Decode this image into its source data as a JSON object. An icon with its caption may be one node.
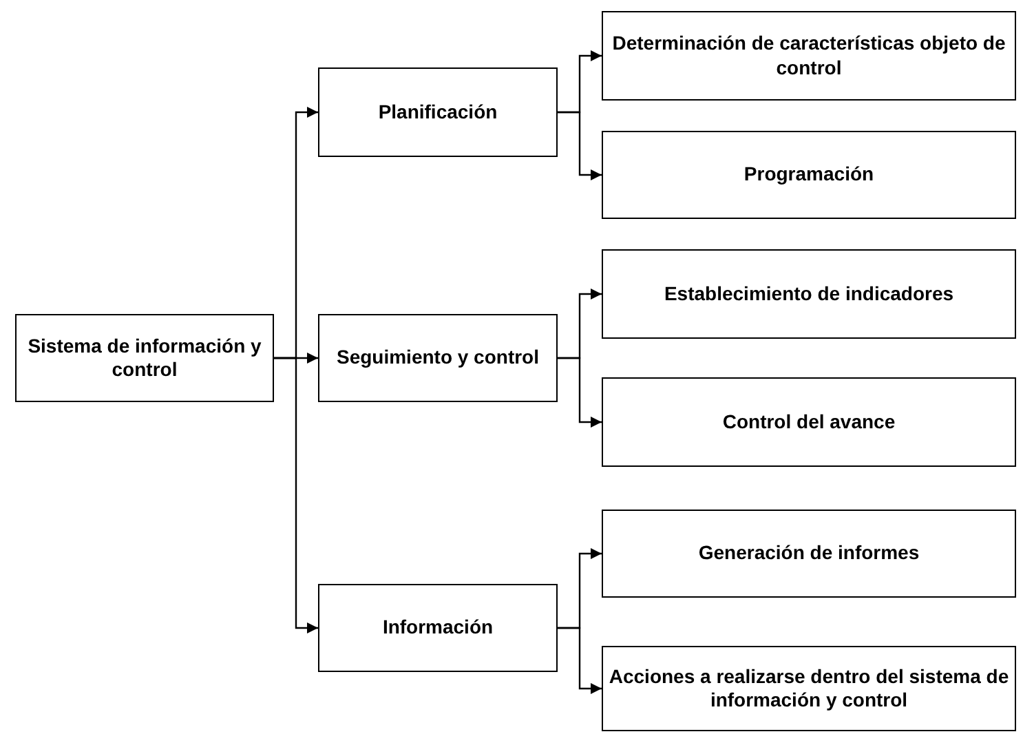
{
  "diagram": {
    "nodes": [
      {
        "text": [
          "Sistema de información y control"
        ]
      },
      {
        "text": [
          "Planificación"
        ]
      },
      {
        "text": [
          "Determinación de características objeto de control"
        ]
      },
      {
        "text": [
          "Programación"
        ]
      },
      {
        "text": [
          "Seguimiento y control"
        ]
      },
      {
        "text": [
          "Establecimiento de indicadores"
        ]
      },
      {
        "text": [
          "Control del avance"
        ]
      },
      {
        "text": [
          "Información"
        ]
      },
      {
        "text": [
          "Generación de informes"
        ]
      },
      {
        "text": [
          "Acciones a realizarse dentro del sistema de información y control"
        ]
      }
    ],
    "edges": [
      {
        "from": 0,
        "to": 1,
        "arrow": "to"
      },
      {
        "from": 0,
        "to": 4,
        "arrow": "to"
      },
      {
        "from": 0,
        "to": 7,
        "arrow": "to"
      },
      {
        "from": 1,
        "to": 2,
        "arrow": "to"
      },
      {
        "from": 1,
        "to": 3,
        "arrow": "to"
      },
      {
        "from": 4,
        "to": 5,
        "arrow": "to"
      },
      {
        "from": 4,
        "to": 6,
        "arrow": "to"
      },
      {
        "from": 7,
        "to": 8,
        "arrow": "to"
      },
      {
        "from": 7,
        "to": 9,
        "arrow": "to"
      }
    ]
  }
}
